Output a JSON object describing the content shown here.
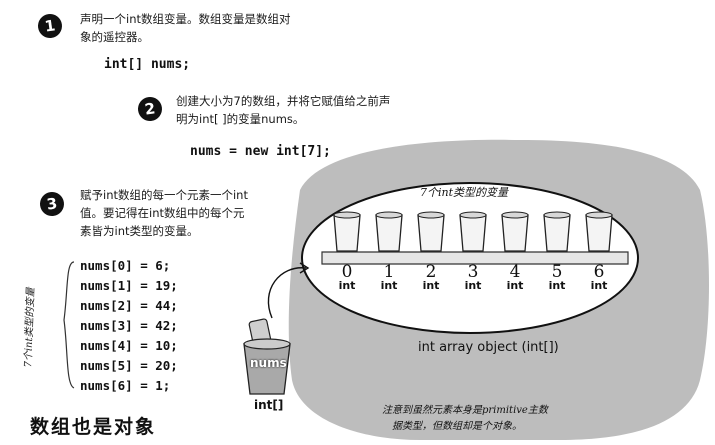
{
  "step1": {
    "number": "1",
    "text_line1": "声明一个int数组变量。数组变量是数组对",
    "text_line2": "象的遥控器。",
    "code": "int[] nums;"
  },
  "step2": {
    "number": "2",
    "text_line1": "创建大小为7的数组，并将它赋值给之前声",
    "text_line2": "明为int[ ]的变量nums。",
    "code": "nums = new int[7];"
  },
  "step3": {
    "number": "3",
    "text_line1": "赋予int数组的每一个元素一个int",
    "text_line2": "值。要记得在int数组中的每个元",
    "text_line3": "素皆为int类型的变量。"
  },
  "assignments": [
    "nums[0] = 6;",
    "nums[1] = 19;",
    "nums[2] = 44;",
    "nums[3] = 42;",
    "nums[4] = 10;",
    "nums[5] = 20;",
    "nums[6] = 1;"
  ],
  "side_note": "7个int类型的变量",
  "array_top_label": "7个int类型的变量",
  "indices": [
    "0",
    "1",
    "2",
    "3",
    "4",
    "5",
    "6"
  ],
  "element_type": "int",
  "array_object_label": "int array object (int[])",
  "remote_label": "nums",
  "remote_type": "int[]",
  "bottom_note_line1": "注意到虽然元素本身是primitive主数",
  "bottom_note_line2": "据类型，但数组却是个对象。",
  "page_title": "数组也是对象"
}
